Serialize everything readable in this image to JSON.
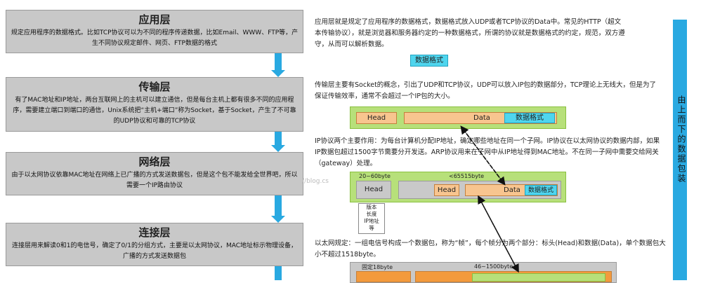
{
  "layers": [
    {
      "title": "应用层",
      "desc": "规定应用程序的数据格式。比如TCP协议可以为不同的程序传递数据，比如Email、WWW、FTP等，产生不同协议规定邮件、网页、FTP数据的格式"
    },
    {
      "title": "传输层",
      "desc": "有了MAC地址和IP地址，两台互联网上的主机可以建立通信，但是每台主机上都有很多不同的应用程序，需要建立端口到端口的通信，Unix系统把“主机+端口”称为Socket，基于Socket，产生了不可靠的UDP协议和可靠的TCP协议"
    },
    {
      "title": "网络层",
      "desc": "由于以太网协议依靠MAC地址在网络上已广播的方式发送数据包，但是这个包不能发给全世界吧，所以需要一个IP路由协议"
    },
    {
      "title": "连接层",
      "desc": "连接层用来解读0和1的电信号，确定了0/1的分组方式，主要是以太网协议，MAC地址标示物理设备，广播的方式发送数据包"
    }
  ],
  "paragraphs": {
    "app": "应用层就是规定了应用程序的数据格式，数据格式放入UDP或者TCP协议的Data中。常见的HTTP（超文本传输协议），就是浏览器和服务器约定的一种数据格式，所谓的协议就是数据格式的约定，规范，双方遵守，从而可以解析数据。",
    "transport": "传输层主要有Socket的概念，引出了UDP和TCP协议，UDP可以放入IP包的数据部分，TCP理论上无线大，但是为了保证传输效率，通常不会超过一个IP包的大小。",
    "network": "IP协议两个主要作用：为每台计算机分配IP地址，确定哪些地址在同一个子网。IP协议在以太网协议的数据内部，如果IP数据包超过1500字节需要分开发送。ARP协议用来在子网中从IP地址得到MAC地址。不在同一子网中需要交给网关（gateway）处理。",
    "link": "以太网规定：一组电信号构成一个数据包，称为“帧”，每个帧分为两个部分：标头(Head)和数据(Data)，单个数据包大小不超过1518byte。"
  },
  "labels": {
    "data_format": "数据格式",
    "head": "Head",
    "data": "Data",
    "ip_head_size": "20~60byte",
    "ip_data_size": "<65515byte",
    "ip_head_fields": "版本\n长度\nIP地址\n等",
    "eth_head_size": "固定18byte",
    "eth_data_size": "46~1500byte",
    "watermark": "//blog.cs"
  },
  "banner": {
    "text": "由上而下的数据包装"
  },
  "colors": {
    "layer_bg": "#c8c8c8",
    "arrow_blue": "#29a9e1",
    "green": "#b7e07a",
    "orange": "#f8c58f",
    "cyan": "#4fd5ee"
  }
}
